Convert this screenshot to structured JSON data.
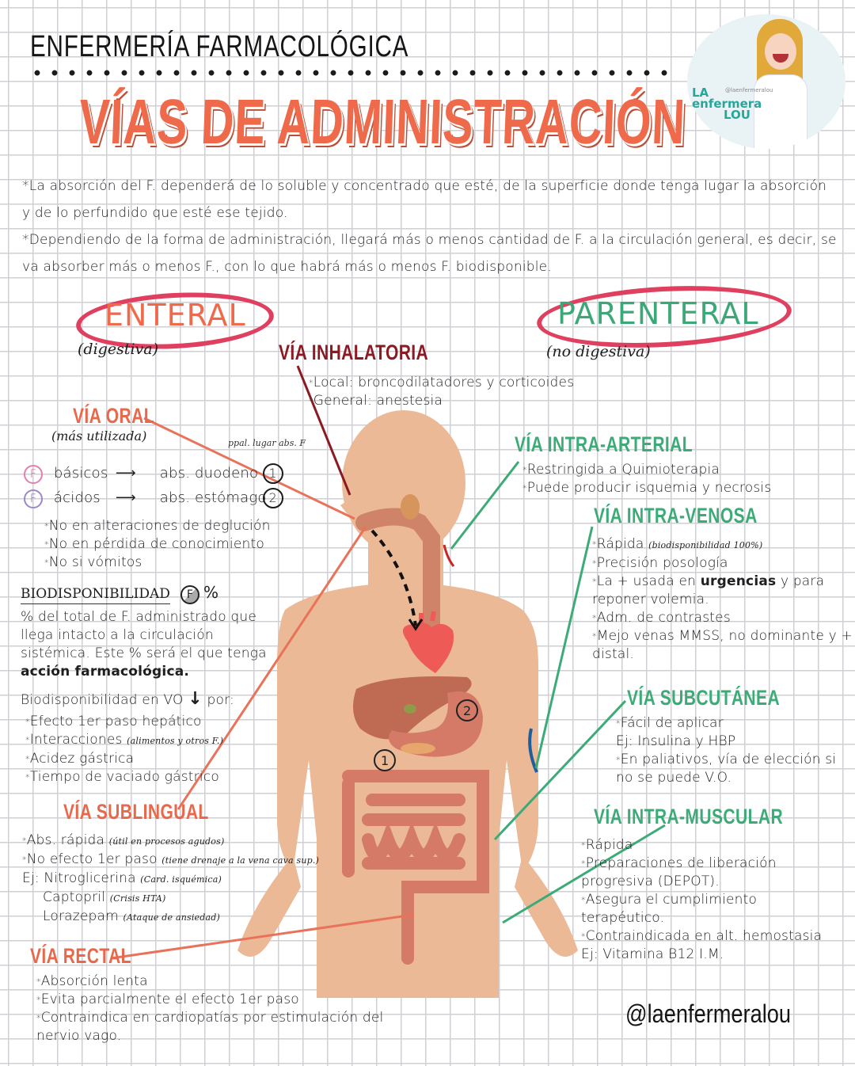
{
  "header": {
    "subject": "ENFERMERÍA FARMACOLÓGICA",
    "title": "VÍAS DE ADMINISTRACIÓN"
  },
  "logo": {
    "line1": "LA",
    "line2": "enfermera",
    "line3": "LOU",
    "handle": "@laenfermeralou"
  },
  "intro": [
    "*La absorción del F. dependerá de lo soluble y concentrado que esté, de la superficie donde tenga lugar la absorción y de lo perfundido que esté ese tejido.",
    "*Dependiendo de la forma de administración, llegará más o menos cantidad de F. a la circulación general, es decir, se va absorber más o menos F., con lo que habrá más o menos F. biodisponible."
  ],
  "categories": {
    "enteral": {
      "label": "ENTERAL",
      "sub": "(digestiva)"
    },
    "parenteral": {
      "label": "PARENTERAL",
      "sub": "(no digestiva)"
    }
  },
  "colors": {
    "enteral_heading": "#e8684b",
    "inhalatoria_heading": "#8b1a22",
    "parenteral_heading": "#3dab77",
    "oval": "#e0405f",
    "skin": "#ebb996",
    "organs": "#d47a66"
  },
  "via_inhalatoria": {
    "title": "VÍA INHALATORIA",
    "items": [
      "Local: broncodilatadores y corticoides",
      "General: anestesia"
    ]
  },
  "via_oral": {
    "title": "VÍA ORAL",
    "sub": "(más utilizada)",
    "note": "ppal. lugar abs. F",
    "rows": [
      {
        "f": "F",
        "kind": "básicos",
        "arrow": "⟶",
        "site": "abs. duodeno",
        "num": "1"
      },
      {
        "f": "F",
        "kind": "ácidos",
        "arrow": "⟶",
        "site": "abs. estómago",
        "num": "2"
      }
    ],
    "items": [
      "No en alteraciones de deglución",
      "No en pérdida de conocimiento",
      "No si vómitos"
    ]
  },
  "biodisponibilidad": {
    "title": "BIODISPONIBILIDAD",
    "icon_letter": "F",
    "percent": "%",
    "desc": "% del total de F. administrado que llega intacto a la circulación sistémica. Este % será el que tenga",
    "desc_bold": "acción farmacológica.",
    "vo_label": "Biodisponibilidad en VO",
    "vo_arrow": "↓",
    "vo_suffix": "por:",
    "items": [
      {
        "text": "Efecto 1er paso hepático",
        "note": ""
      },
      {
        "text": "Interacciones",
        "note": "(alimentos y otros F.)"
      },
      {
        "text": "Acidez gástrica",
        "note": ""
      },
      {
        "text": "Tiempo de vaciado gástrico",
        "note": ""
      }
    ]
  },
  "via_sublingual": {
    "title": "VÍA SUBLINGUAL",
    "items": [
      {
        "text": "Abs. rápida",
        "note": "(útil en procesos agudos)"
      },
      {
        "text": "No efecto 1er paso",
        "note": "(tiene drenaje a la vena cava sup.)"
      }
    ],
    "examples_label": "Ej:",
    "examples": [
      {
        "drug": "Nitroglicerina",
        "note": "(Card. isquémica)"
      },
      {
        "drug": "Captopril",
        "note": "(Crisis HTA)"
      },
      {
        "drug": "Lorazepam",
        "note": "(Ataque de ansiedad)"
      }
    ]
  },
  "via_rectal": {
    "title": "VÍA RECTAL",
    "items": [
      "Absorción lenta",
      "Evita parcialmente el efecto 1er paso",
      "Contraindica en cardiopatías por estimulación del nervio vago."
    ]
  },
  "via_intra_arterial": {
    "title": "VÍA INTRA-ARTERIAL",
    "items": [
      "Restringida a Quimioterapia",
      "Puede producir isquemia y necrosis"
    ]
  },
  "via_intra_venosa": {
    "title": "VÍA INTRA-VENOSA",
    "items": [
      {
        "text": "Rápida",
        "note": "(biodisponibilidad 100%)"
      },
      {
        "text": "Precisión posología",
        "note": ""
      },
      {
        "text_pre": "La + usada en",
        "bold": "urgencias",
        "text_post": "y para reponer volemia."
      },
      {
        "text": "Adm. de contrastes",
        "note": ""
      },
      {
        "text": "Mejo venas MMSS, no dominante y + distal.",
        "note": ""
      }
    ]
  },
  "via_subcutanea": {
    "title": "VÍA SUBCUTÁNEA",
    "items": [
      "Fácil de aplicar",
      "Ej: Insulina y HBP",
      "En paliativos, vía de elección si no se puede V.O."
    ]
  },
  "via_intra_muscular": {
    "title": "VÍA INTRA-MUSCULAR",
    "items": [
      "Rápida",
      "Preparaciones de liberación progresiva (DEPOT).",
      "Asegura el cumplimiento terapéutico.",
      "Contraindicada en alt. hemostasia",
      "Ej: Vitamina B12 I.M."
    ]
  },
  "diagram_markers": {
    "duodeno": "1",
    "estomago": "2"
  },
  "footer": {
    "handle": "@laenfermeralou"
  }
}
